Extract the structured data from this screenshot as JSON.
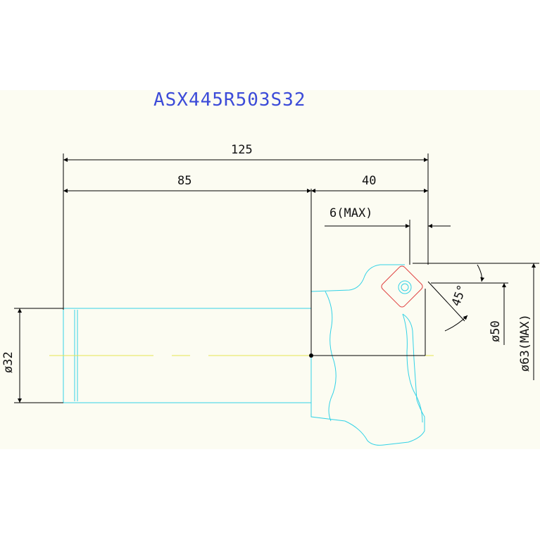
{
  "drawing": {
    "title": "ASX445R503S32",
    "dimensions": {
      "overall_length": "125",
      "shank_length": "85",
      "head_length": "40",
      "max_depth": "6(MAX)",
      "angle": "45°",
      "shank_diameter": "ø32",
      "cutting_diameter": "ø50",
      "max_diameter": "ø63(MAX)"
    },
    "colors": {
      "outline": "#33d2e6",
      "centerline": "#e6e650",
      "insert": "#e04040",
      "dimension": "#000000",
      "title": "#3c4bd8"
    }
  }
}
